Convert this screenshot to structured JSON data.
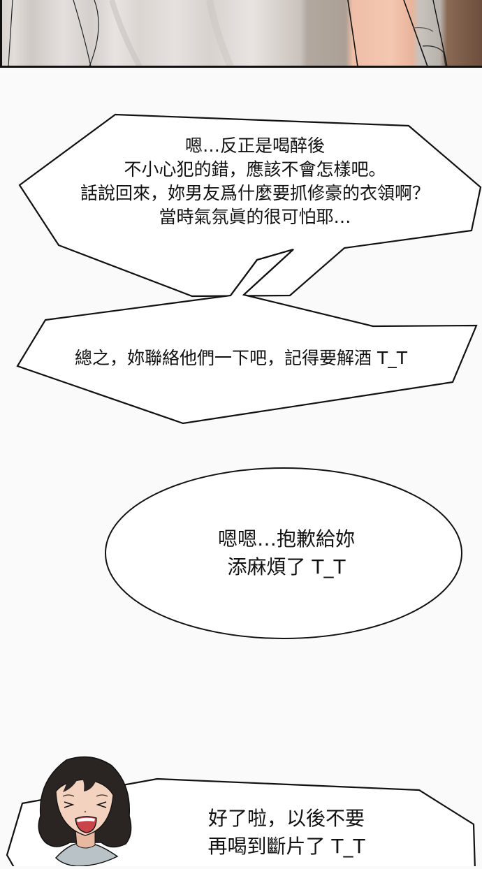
{
  "comic": {
    "top_panel": {
      "description": "close-up of clothing and arm (cropped scene)",
      "colors": {
        "shirt": "#e2dcd9",
        "skin": "#efbfa8",
        "background_right": "#7a5a46",
        "border": "#111111"
      }
    },
    "bubbles": [
      {
        "shape": "polygon",
        "lines": [
          "嗯…反正是喝醉後",
          "不小心犯的錯，應該不會怎樣吧。",
          "話說回來，妳男友爲什麼要抓修豪的衣領啊？",
          "當時氣氛眞的很可怕耶…"
        ]
      },
      {
        "shape": "polygon",
        "lines": [
          "總之，妳聯絡他們一下吧，記得要解酒 T_T"
        ]
      },
      {
        "shape": "ellipse",
        "lines": [
          "嗯嗯…抱歉給妳",
          "添麻煩了 T_T"
        ]
      },
      {
        "shape": "polygon",
        "speaker": "girl-avatar",
        "lines": [
          "好了啦，以後不要",
          "再喝到斷片了 T_T"
        ]
      }
    ],
    "avatar": {
      "hair": "#2a2422",
      "skin": "#f3d3bf",
      "shirt": "#b9c2c6",
      "mouth": "#c8434a"
    },
    "colors": {
      "page_background": "#fafafa",
      "bubble_fill": "#ffffff",
      "bubble_stroke": "#111111",
      "text": "#111111"
    }
  }
}
